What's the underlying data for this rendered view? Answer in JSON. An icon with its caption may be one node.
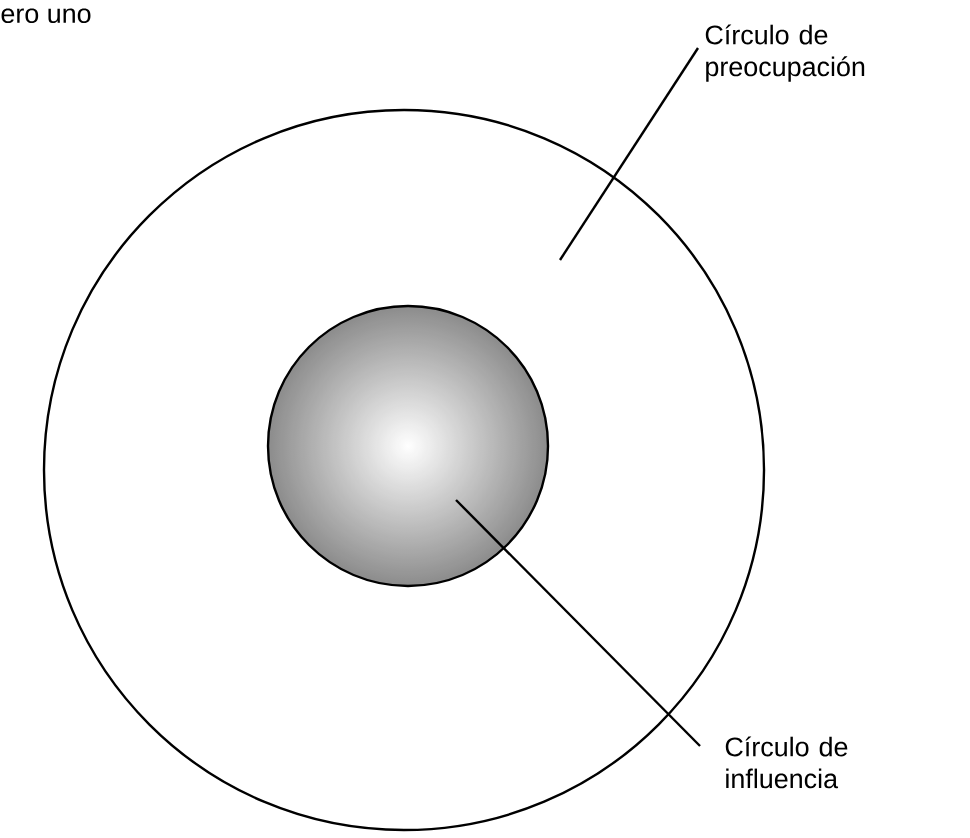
{
  "diagram": {
    "nodes": [
      {
        "text": [
          "Círculo de preocupación"
        ]
      },
      {
        "text": [],
        "shape": "circle"
      },
      {
        "text": [],
        "shape": "circle",
        "in": 1
      },
      {
        "text": [
          "Círculo de influencia"
        ]
      }
    ],
    "edges": [
      {
        "from": 0,
        "to": 1,
        "arrow": "none"
      },
      {
        "from": 3,
        "to": 2,
        "arrow": "none"
      }
    ],
    "labels": [
      "ero uno"
    ]
  }
}
